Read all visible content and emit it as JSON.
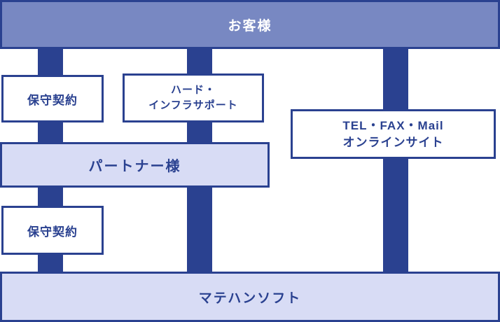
{
  "colors": {
    "dark_blue": "#2a4190",
    "slate_blue": "#7888c2",
    "light_lavender": "#d8dcf5",
    "white": "#ffffff"
  },
  "diagram": {
    "customer_banner": {
      "label": "お客様"
    },
    "maintenance_top_box": {
      "label": "保守契約"
    },
    "hard_infra_box": {
      "line1": "ハード・",
      "line2": "インフラサポート"
    },
    "contact_box": {
      "line1": "TEL・FAX・Mail",
      "line2": "オンラインサイト"
    },
    "partner_box": {
      "label": "パートナー様"
    },
    "maintenance_bottom_box": {
      "label": "保守契約"
    },
    "company_banner": {
      "label": "マテハンソフト"
    }
  }
}
